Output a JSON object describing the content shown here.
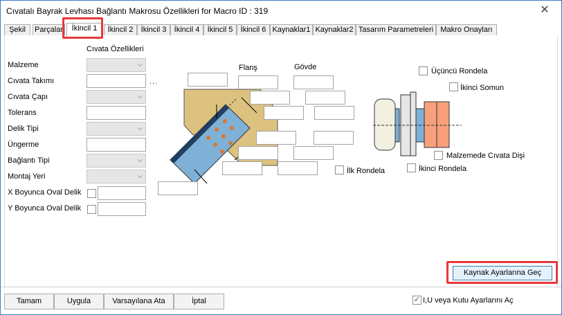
{
  "window": {
    "title": "Cıvatalı Bayrak Levhası Bağlantı Makrosu Özellikleri for Macro ID : 319",
    "close_glyph": "✕"
  },
  "tabs": [
    {
      "label": "Şekil"
    },
    {
      "label": "Parçalar"
    },
    {
      "label": "İkincil 1",
      "active": true
    },
    {
      "label": "İkincil 2"
    },
    {
      "label": "İkincil 3"
    },
    {
      "label": "İkincil 4"
    },
    {
      "label": "İkincil 5"
    },
    {
      "label": "İkincil 6"
    },
    {
      "label": "Kaynaklar1"
    },
    {
      "label": "Kaynaklar2"
    },
    {
      "label": "Tasarım Parametreleri"
    },
    {
      "label": "Makro Onayları"
    }
  ],
  "bolt_props": {
    "section_title": "Cıvata Özellikleri",
    "fields": [
      {
        "label": "Malzeme",
        "type": "combo"
      },
      {
        "label": "Cıvata Takımı",
        "type": "text"
      },
      {
        "label": "Cıvata Çapı",
        "type": "combo"
      },
      {
        "label": "Tolerans",
        "type": "text"
      },
      {
        "label": "Delik Tipi",
        "type": "combo"
      },
      {
        "label": "Üngerme",
        "type": "text"
      },
      {
        "label": "Bağlantı Tipi",
        "type": "combo"
      },
      {
        "label": "Montaj Yeri",
        "type": "combo"
      },
      {
        "label": "X Boyunca Oval Delik",
        "type": "check-text"
      },
      {
        "label": "Y Boyunca Oval Delik",
        "type": "check-text"
      }
    ],
    "ellipsis": "..."
  },
  "diagram": {
    "flange_label": "Flanş",
    "web_label": "Gövde",
    "third_washer": "Üçüncü Rondela",
    "second_nut": "İkinci Somun",
    "first_washer": "İlk Rondela",
    "second_washer": "İkinci Rondela",
    "bolt_thread_in_material": "Malzemede Cıvata Dişi"
  },
  "buttons": {
    "weld_settings": "Kaynak Ayarlarına Geç",
    "ok": "Tamam",
    "apply": "Uygula",
    "defaults": "Varsayılana Ata",
    "cancel": "İptal"
  },
  "footer": {
    "open_settings_label": "I,U veya Kutu Ayarlarını Aç",
    "checked_glyph": "✓"
  },
  "colors": {
    "accent_border": "#3b7cc4",
    "highlight": "#e8383d",
    "plate": "#dcc17f",
    "beam": "#7fb0d6",
    "nut": "#f7a07a"
  }
}
